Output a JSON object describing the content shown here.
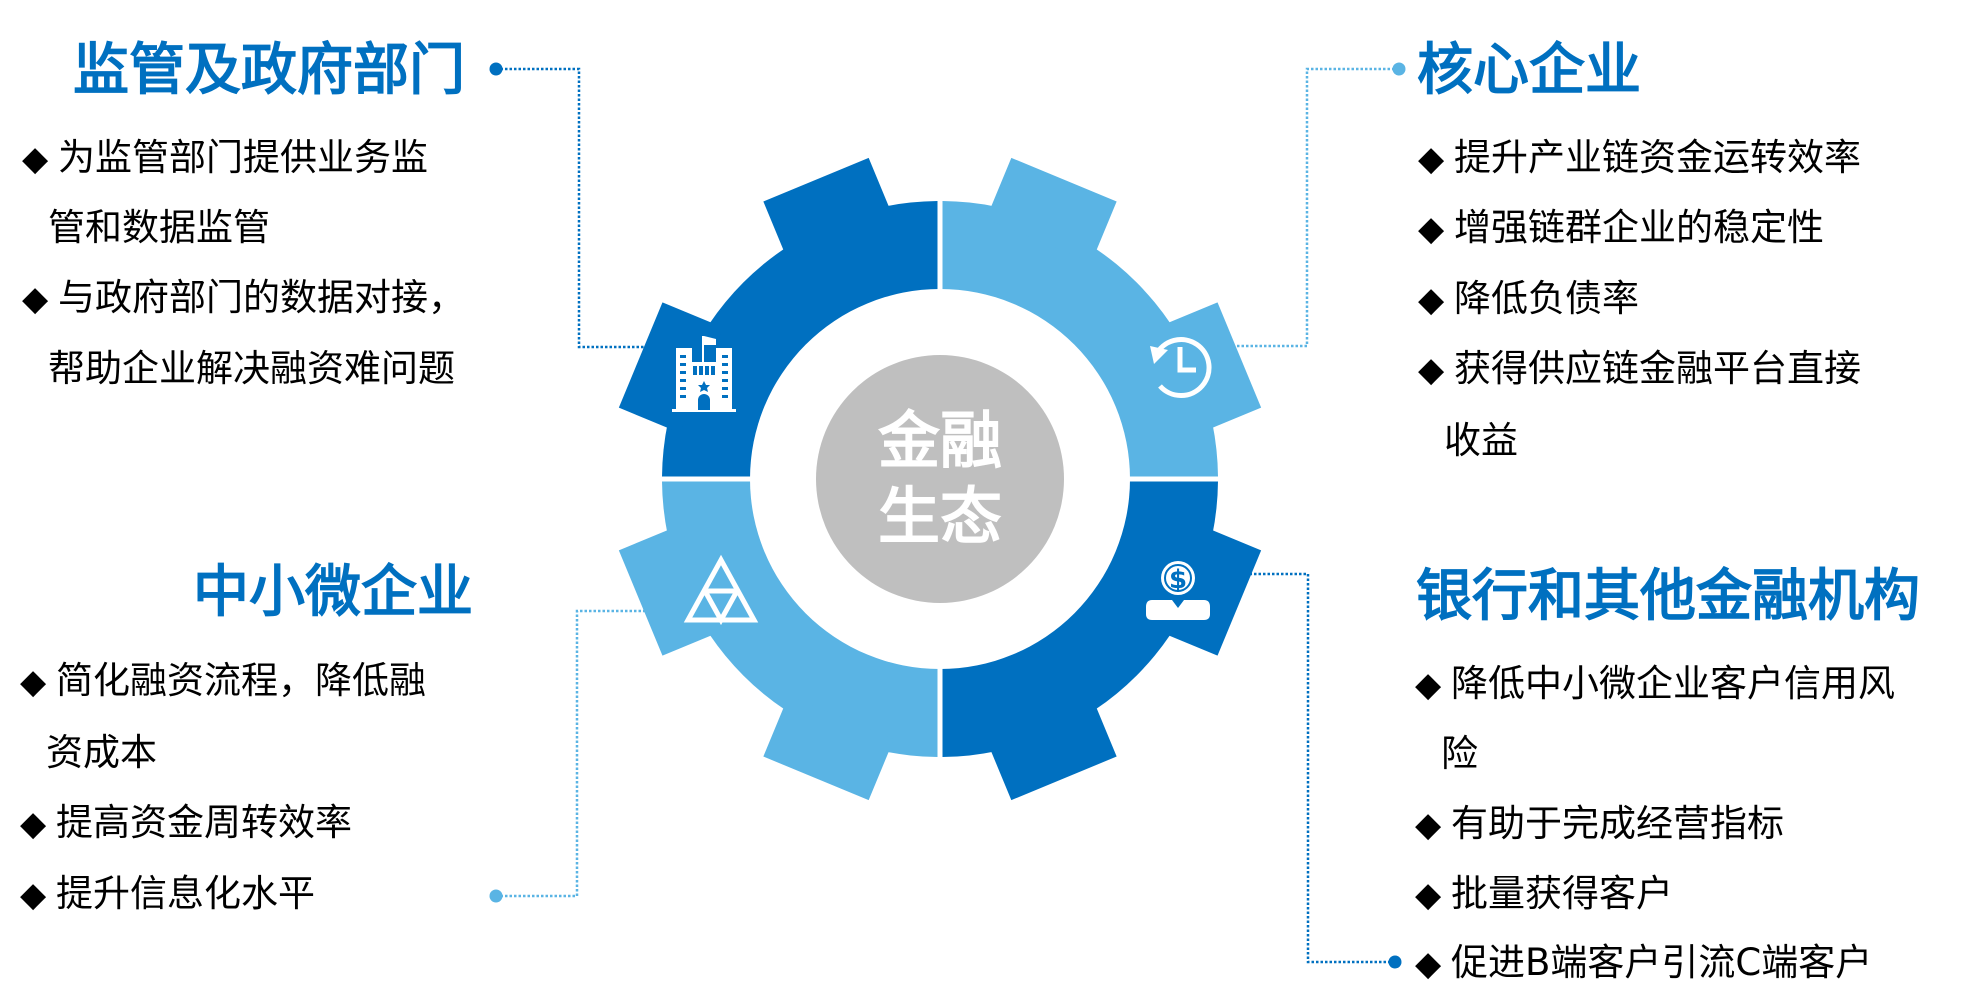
{
  "colors": {
    "dark_blue": "#0070c0",
    "light_blue": "#5ab4e4",
    "center_gray": "#bfbfbf",
    "text": "#000000",
    "background": "#ffffff"
  },
  "center": {
    "line1": "金融",
    "line2": "生态"
  },
  "gear": {
    "segments": [
      {
        "name": "top-left",
        "color": "dark_blue",
        "icon": "government-building-icon"
      },
      {
        "name": "top-right",
        "color": "light_blue",
        "icon": "history-clock-icon"
      },
      {
        "name": "bottom-right",
        "color": "dark_blue",
        "icon": "dollar-person-icon"
      },
      {
        "name": "bottom-left",
        "color": "light_blue",
        "icon": "triangle-pyramid-icon"
      }
    ]
  },
  "sections": {
    "regulators": {
      "title": "监管及政府部门",
      "lines": [
        {
          "bullet": true,
          "text": "为监管部门提供业务监"
        },
        {
          "bullet": false,
          "text": "管和数据监管"
        },
        {
          "bullet": true,
          "text": "与政府部门的数据对接，"
        },
        {
          "bullet": false,
          "text": "帮助企业解决融资难问题"
        }
      ]
    },
    "core_enterprise": {
      "title": "核心企业",
      "lines": [
        {
          "bullet": true,
          "text": "提升产业链资金运转效率"
        },
        {
          "bullet": true,
          "text": "增强链群企业的稳定性"
        },
        {
          "bullet": true,
          "text": "降低负债率"
        },
        {
          "bullet": true,
          "text": "获得供应链金融平台直接"
        },
        {
          "bullet": false,
          "text": "收益"
        }
      ]
    },
    "smes": {
      "title": "中小微企业",
      "lines": [
        {
          "bullet": true,
          "text": "简化融资流程，降低融"
        },
        {
          "bullet": false,
          "text": "资成本"
        },
        {
          "bullet": true,
          "text": "提高资金周转效率"
        },
        {
          "bullet": true,
          "text": "提升信息化水平"
        }
      ]
    },
    "banks": {
      "title": "银行和其他金融机构",
      "lines": [
        {
          "bullet": true,
          "text": "降低中小微企业客户信用风"
        },
        {
          "bullet": false,
          "text": "险"
        },
        {
          "bullet": true,
          "text": "有助于完成经营指标"
        },
        {
          "bullet": true,
          "text": "批量获得客户"
        },
        {
          "bullet": true,
          "text": "促进B端客户引流C端客户"
        }
      ]
    }
  },
  "bullet_glyph": "◆"
}
